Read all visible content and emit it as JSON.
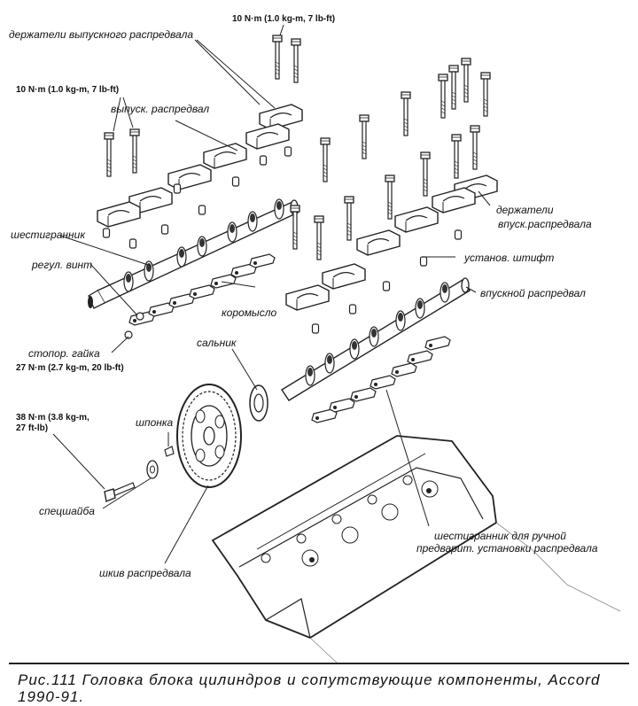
{
  "labels": {
    "exhaust_holders": "держатели выпускного распредвала",
    "exhaust_cam": "выпуск. распредвал",
    "hex": "шестигранник",
    "adj_screw": "регул. винт",
    "rocker": "коромысло",
    "lock_nut": "стопор. гайка",
    "seal": "сальник",
    "key": "шпонка",
    "washer": "спецшайба",
    "pulley": "шкив распредвала",
    "intake_holders_1": "держатели",
    "intake_holders_2": "впуск.распредвала",
    "dowel": "установ. штифт",
    "intake_cam": "впускной распредвал",
    "hex_manual_1": "шестигранник для ручной",
    "hex_manual_2": "предварит. установки распредвала"
  },
  "torques": {
    "top": "10 N·m (1.0 kg-m, 7 lb-ft)",
    "left": "10 N·m (1.0 kg-m, 7 lb-ft)",
    "nut": "27 N·m (2.7 kg-m, 20 lb-ft)",
    "bolt_1": "38 N·m (3.8 kg-m,",
    "bolt_2": "27 ft-lb)"
  },
  "caption": {
    "line1": "Рис.111 Головка блока цилиндров и сопутствующие компоненты, Accord",
    "line2": "1990-91."
  }
}
